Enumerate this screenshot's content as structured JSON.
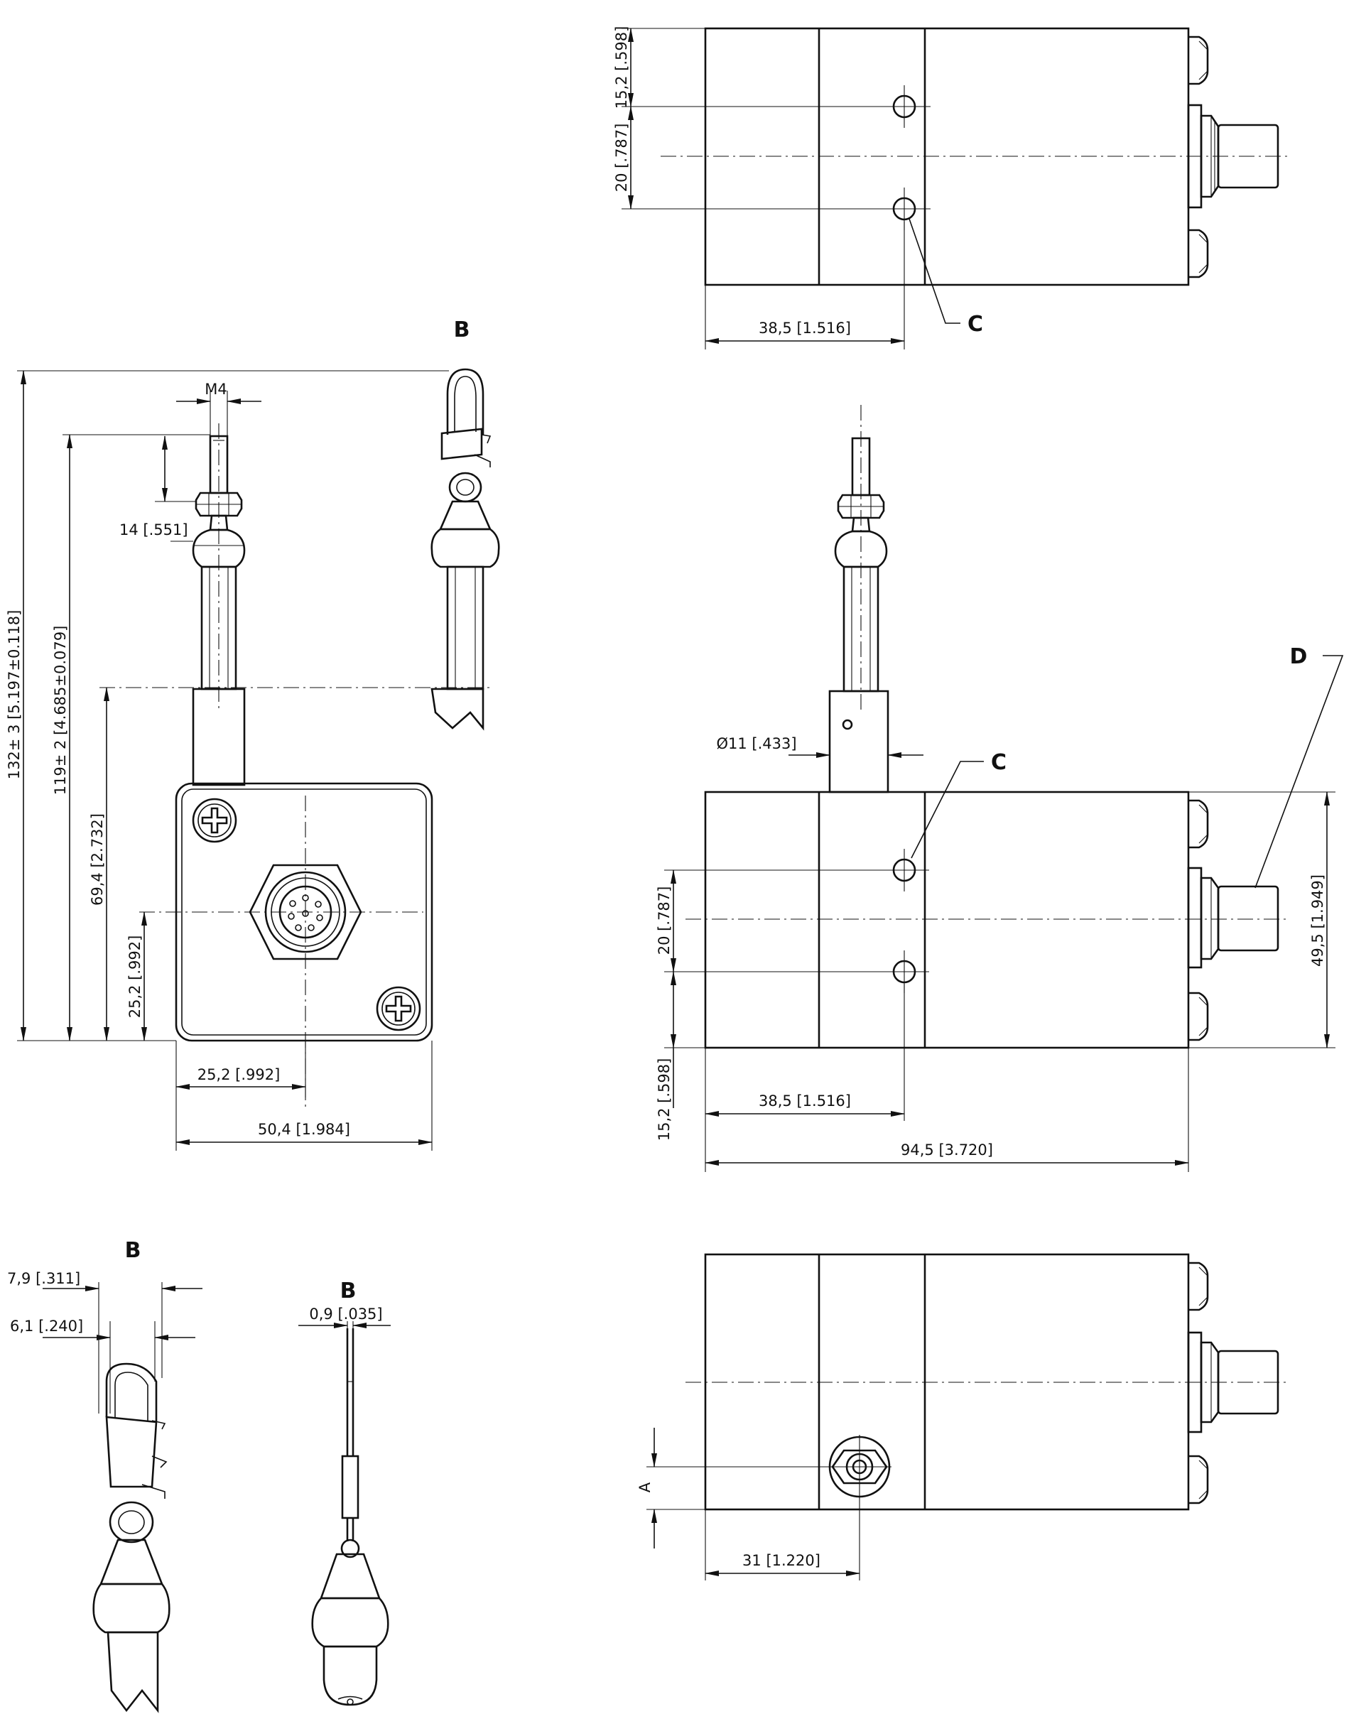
{
  "dimensions": {
    "top_15_2": "15,2 [.598]",
    "top_20": "20 [.787]",
    "top_38_5": "38,5 [1.516]",
    "m4": "M4",
    "d14": "14 [.551]",
    "d132": "132± 3 [5.197±0.118]",
    "d119": "119± 2 [4.685±0.079]",
    "d69_4": "69,4 [2.732]",
    "d25_2v": "25,2 [.992]",
    "d25_2h": "25,2 [.992]",
    "d50_4": "50,4 [1.984]",
    "dia11": "Ø11 [.433]",
    "mid_20": "20 [.787]",
    "mid_15_2": "15,2 [.598]",
    "mid_38_5": "38,5 [1.516]",
    "d94_5": "94,5 [3.720]",
    "d49_5": "49,5 [1.949]",
    "d7_9": "7,9 [.311]",
    "d6_1": "6,1 [.240]",
    "d0_9": "0,9 [.035]",
    "a": "A",
    "d31": "31 [1.220]"
  },
  "labels": {
    "c_top": "C",
    "c_mid": "C",
    "d_mid": "D",
    "b_top": "B",
    "b_left": "B",
    "b_right": "B"
  }
}
